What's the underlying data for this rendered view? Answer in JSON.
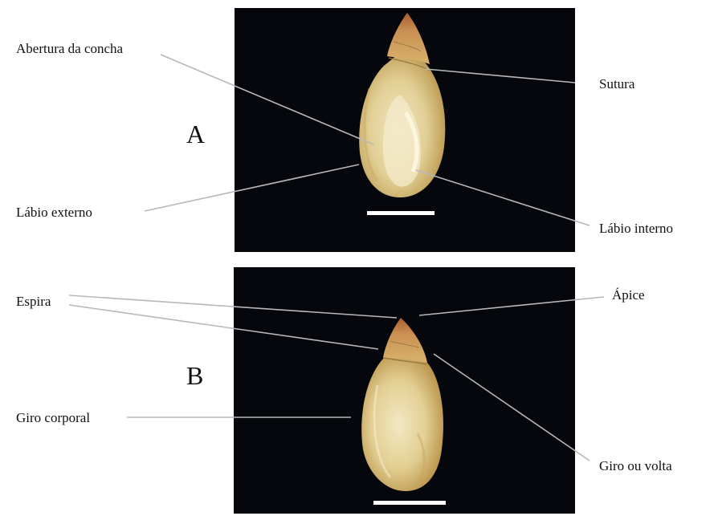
{
  "panels": [
    {
      "letter": "A"
    },
    {
      "letter": "B"
    }
  ],
  "labels": {
    "abertura": "Abertura da concha",
    "sutura": "Sutura",
    "labio_externo": "Lábio externo",
    "labio_interno": "Lábio interno",
    "espira": "Espira",
    "apice": "Ápice",
    "giro_corporal": "Giro corporal",
    "giro_volta": "Giro ou volta"
  },
  "colors": {
    "photo_background": "#05070c",
    "shell_light": "#eadcae",
    "shell_mid": "#cfae6a",
    "shell_apex": "#b5703a",
    "leader_line": "#b8b8b8"
  }
}
